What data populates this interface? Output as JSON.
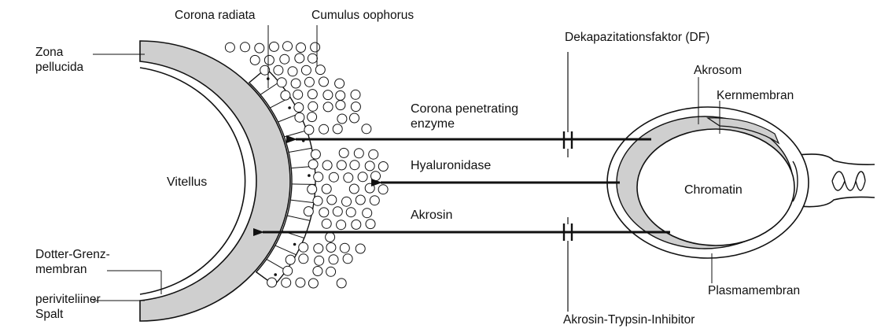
{
  "labels": {
    "zona_pellucida": [
      "Zona",
      "pellucida"
    ],
    "corona_radiata": "Corona radiata",
    "cumulus_oophorus": "Cumulus oophorus",
    "dekapazitationsfaktor": "Dekapazitationsfaktor  (DF)",
    "akrosom": "Akrosom",
    "kernmembran": "Kernmembran",
    "corona_penetrating_enzyme": [
      "Corona penetrating",
      "enzyme"
    ],
    "hyaluronidase": "Hyaluronidase",
    "akrosin": "Akrosin",
    "vitellus": "Vitellus",
    "chromatin": "Chromatin",
    "dotter_grenzmembran": [
      "Dotter-Grenz-",
      "membran"
    ],
    "periviteliiner_spalt": [
      "periviteliiner",
      "Spalt"
    ],
    "plasmamembran": "Plasmamembran",
    "akrosin_trypsin_inhibitor": "Akrosin-Trypsin-Inhibitor"
  },
  "colors": {
    "line": "#111111",
    "shade": "#cfcfcf",
    "background": "#ffffff"
  }
}
